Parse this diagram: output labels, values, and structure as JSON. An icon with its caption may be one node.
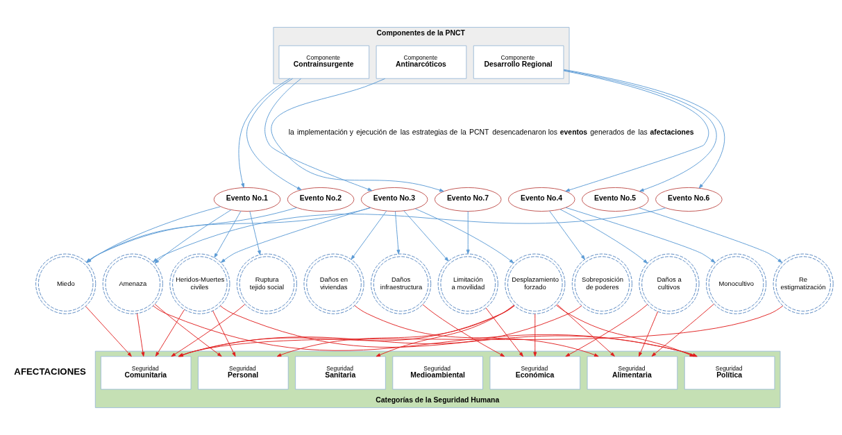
{
  "diagram": {
    "nodes": [
      {
        "text": [
          "Componentes de la PNCT"
        ]
      },
      {
        "text": [
          "Componente",
          "Contrainsurgente"
        ],
        "in": 0
      },
      {
        "text": [
          "Componente",
          "Antinarcóticos"
        ],
        "in": 0
      },
      {
        "text": [
          "Componente",
          "Desarrollo Regional"
        ],
        "in": 0
      },
      {
        "text": [
          "Evento No.1"
        ]
      },
      {
        "text": [
          "Evento No.2"
        ]
      },
      {
        "text": [
          "Evento No.3"
        ]
      },
      {
        "text": [
          "Evento No.7"
        ]
      },
      {
        "text": [
          "Evento No.4"
        ]
      },
      {
        "text": [
          "Evento No.5"
        ]
      },
      {
        "text": [
          "Evento No.6"
        ]
      },
      {
        "text": [
          "Miedo"
        ]
      },
      {
        "text": [
          "Amenaza"
        ]
      },
      {
        "text": [
          "Heridos-Muertes civiles"
        ]
      },
      {
        "text": [
          "Ruptura tejido social"
        ]
      },
      {
        "text": [
          "Daños en viviendas"
        ]
      },
      {
        "text": [
          "Daños infraestructura"
        ]
      },
      {
        "text": [
          "Limitación a movilidad"
        ]
      },
      {
        "text": [
          "Desplazamiento forzado"
        ]
      },
      {
        "text": [
          "Sobreposición de poderes"
        ]
      },
      {
        "text": [
          "Daños a cultivos"
        ]
      },
      {
        "text": [
          "Monocultivo"
        ]
      },
      {
        "text": [
          "Re estigmatización"
        ]
      },
      {
        "text": [
          "Categorías de la Seguridad Humana"
        ]
      },
      {
        "text": [
          "Seguridad",
          "Comunitaria"
        ],
        "in": 23
      },
      {
        "text": [
          "Seguridad",
          "Personal"
        ],
        "in": 23
      },
      {
        "text": [
          "Seguridad",
          "Sanitaria"
        ],
        "in": 23
      },
      {
        "text": [
          "Seguridad",
          "Medioambiental"
        ],
        "in": 23
      },
      {
        "text": [
          "Seguridad",
          "Económica"
        ],
        "in": 23
      },
      {
        "text": [
          "Seguridad",
          "Alimentaria"
        ],
        "in": 23
      },
      {
        "text": [
          "Seguridad",
          "Política"
        ],
        "in": 23
      }
    ],
    "edges": [
      {
        "from": 1,
        "to": 4,
        "arrow": "to"
      },
      {
        "from": 1,
        "to": 5,
        "arrow": "to"
      },
      {
        "from": 1,
        "to": 6,
        "arrow": "to"
      },
      {
        "from": 2,
        "to": 7,
        "arrow": "to"
      },
      {
        "from": 3,
        "to": 8,
        "arrow": "to"
      },
      {
        "from": 3,
        "to": 9,
        "arrow": "to"
      },
      {
        "from": 3,
        "to": 10,
        "arrow": "to"
      },
      {
        "from": 4,
        "to": 11,
        "arrow": "to"
      },
      {
        "from": 4,
        "to": 12,
        "arrow": "to"
      },
      {
        "from": 4,
        "to": 13,
        "arrow": "to"
      },
      {
        "from": 4,
        "to": 14,
        "arrow": "to"
      },
      {
        "from": 5,
        "to": 11,
        "arrow": "to"
      },
      {
        "from": 6,
        "to": 11,
        "arrow": "to"
      },
      {
        "from": 6,
        "to": 13,
        "arrow": "to"
      },
      {
        "from": 6,
        "to": 15,
        "arrow": "to"
      },
      {
        "from": 6,
        "to": 16,
        "arrow": "to"
      },
      {
        "from": 6,
        "to": 17,
        "arrow": "to"
      },
      {
        "from": 6,
        "to": 18,
        "arrow": "to"
      },
      {
        "from": 7,
        "to": 17,
        "arrow": "to"
      },
      {
        "from": 8,
        "to": 19,
        "arrow": "to"
      },
      {
        "from": 8,
        "to": 20,
        "arrow": "to"
      },
      {
        "from": 8,
        "to": 21,
        "arrow": "to"
      },
      {
        "from": 9,
        "to": 22,
        "arrow": "to"
      },
      {
        "from": 10,
        "to": 12,
        "arrow": "to"
      },
      {
        "from": 11,
        "to": 24,
        "arrow": "to",
        "color": "#e02020"
      },
      {
        "from": 12,
        "to": 24,
        "arrow": "to",
        "color": "#e02020"
      },
      {
        "from": 12,
        "to": 25,
        "arrow": "to",
        "color": "#e02020"
      },
      {
        "from": 12,
        "to": 30,
        "arrow": "to",
        "color": "#e02020"
      },
      {
        "from": 13,
        "to": 24,
        "arrow": "to",
        "color": "#e02020"
      },
      {
        "from": 13,
        "to": 25,
        "arrow": "to",
        "color": "#e02020"
      },
      {
        "from": 13,
        "to": 30,
        "arrow": "to",
        "color": "#e02020"
      },
      {
        "from": 14,
        "to": 24,
        "arrow": "to",
        "color": "#e02020"
      },
      {
        "from": 15,
        "to": 29,
        "arrow": "to",
        "color": "#e02020"
      },
      {
        "from": 16,
        "to": 28,
        "arrow": "to",
        "color": "#e02020"
      },
      {
        "from": 17,
        "to": 28,
        "arrow": "to",
        "color": "#e02020"
      },
      {
        "from": 18,
        "to": 24,
        "arrow": "to",
        "color": "#e02020"
      },
      {
        "from": 18,
        "to": 25,
        "arrow": "to",
        "color": "#e02020"
      },
      {
        "from": 18,
        "to": 26,
        "arrow": "to",
        "color": "#e02020"
      },
      {
        "from": 18,
        "to": 28,
        "arrow": "to",
        "color": "#e02020"
      },
      {
        "from": 18,
        "to": 29,
        "arrow": "to",
        "color": "#e02020"
      },
      {
        "from": 18,
        "to": 30,
        "arrow": "to",
        "color": "#e02020"
      },
      {
        "from": 19,
        "to": 24,
        "arrow": "to",
        "color": "#e02020"
      },
      {
        "from": 20,
        "to": 28,
        "arrow": "to",
        "color": "#e02020"
      },
      {
        "from": 20,
        "to": 29,
        "arrow": "to",
        "color": "#e02020"
      },
      {
        "from": 21,
        "to": 29,
        "arrow": "to",
        "color": "#e02020"
      },
      {
        "from": 22,
        "to": 24,
        "arrow": "to",
        "color": "#e02020"
      }
    ],
    "labels": [
      "la implementación y ejecución de las estrategias de la PCNT desencadenaron los **eventos** generados de las **afectaciones**",
      "AFECTACIONES"
    ]
  }
}
